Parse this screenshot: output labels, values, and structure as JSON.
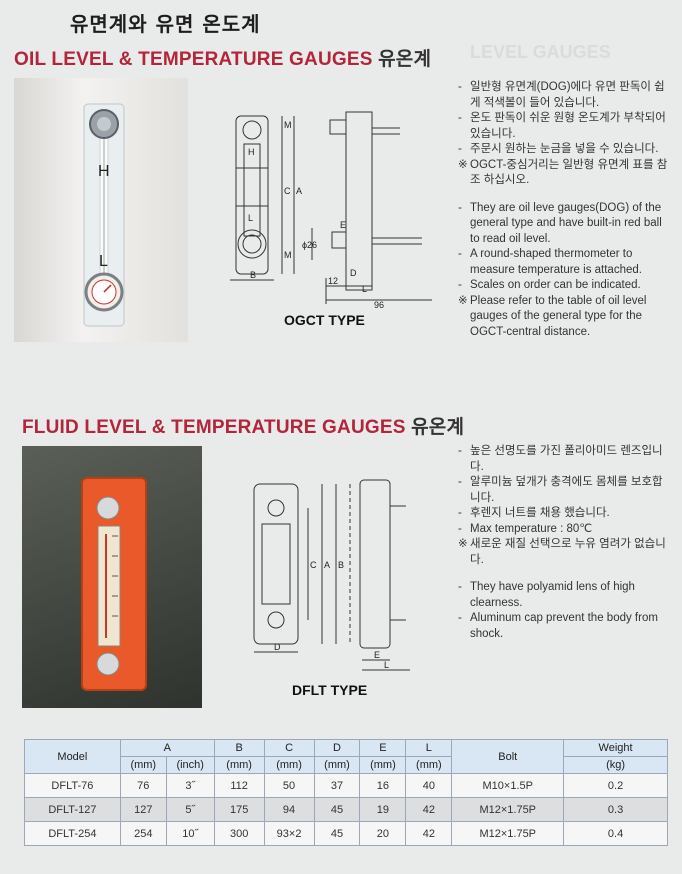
{
  "page_title": "유면계와 유면 온도계",
  "ghost_text": "LEVEL GAUGES",
  "sections": [
    {
      "title": "OIL LEVEL & TEMPERATURE GAUGES",
      "title_ko": "유온계",
      "type_label": "OGCT TYPE",
      "photo_marks": {
        "high": "H",
        "low": "L"
      },
      "drawing_labels": [
        "M",
        "C",
        "A",
        "M",
        "B",
        "ϕ26",
        "E",
        "12",
        "D",
        "L",
        "96",
        "H",
        "L"
      ],
      "notes_ko": [
        "일반형 유면계(DOG)에다 유면 판독이 쉽게 적색볼이 들어 있습니다.",
        "온도 판독이 쉬운 원형 온도계가 부착되어 있습니다.",
        "주문시 원하는 눈금을 넣을 수 있습니다.",
        "OGCT-중심거리는 일반형 유면계 표를 참조 하십시오."
      ],
      "notes_en": [
        "They are oil leve gauges(DOG) of the general type and have built-in red ball to read oil level.",
        "A round-shaped thermometer to measure temperature is attached.",
        "Scales on order can be indicated.",
        "Please refer to the table of oil level gauges of the general type for the OGCT-central distance."
      ]
    },
    {
      "title": "FLUID LEVEL & TEMPERATURE GAUGES",
      "title_ko": "유온계",
      "type_label": "DFLT TYPE",
      "drawing_labels": [
        "C",
        "A",
        "B",
        "D",
        "E",
        "L"
      ],
      "notes_ko": [
        "높은 선명도를 가진 폴리아미드 렌즈입니다.",
        "알루미늄 덮개가 충격에도 몸체를 보호합니다.",
        "후렌지 너트를 채용 했습니다.",
        "Max temperature : 80℃",
        "새로운 재질 선택으로 누유 염려가 없습니다."
      ],
      "notes_en": [
        "They have polyamid lens of high clearness.",
        "Aluminum cap prevent the body from shock."
      ]
    }
  ],
  "table": {
    "headers": {
      "model": "Model",
      "a": "A",
      "a_mm": "(mm)",
      "a_inch": "(inch)",
      "b": "B",
      "c": "C",
      "d": "D",
      "e": "E",
      "l": "L",
      "unit_mm": "(mm)",
      "bolt": "Bolt",
      "weight": "Weight",
      "weight_unit": "(kg)"
    },
    "rows": [
      {
        "model": "DFLT-76",
        "a_mm": "76",
        "a_inch": "3˝",
        "b": "112",
        "c": "50",
        "d": "37",
        "e": "16",
        "l": "40",
        "bolt": "M10×1.5P",
        "weight": "0.2"
      },
      {
        "model": "DFLT-127",
        "a_mm": "127",
        "a_inch": "5˝",
        "b": "175",
        "c": "94",
        "d": "45",
        "e": "19",
        "l": "42",
        "bolt": "M12×1.75P",
        "weight": "0.3"
      },
      {
        "model": "DFLT-254",
        "a_mm": "254",
        "a_inch": "10˝",
        "b": "300",
        "c": "93×2",
        "d": "45",
        "e": "20",
        "l": "42",
        "bolt": "M12×1.75P",
        "weight": "0.4"
      }
    ]
  }
}
